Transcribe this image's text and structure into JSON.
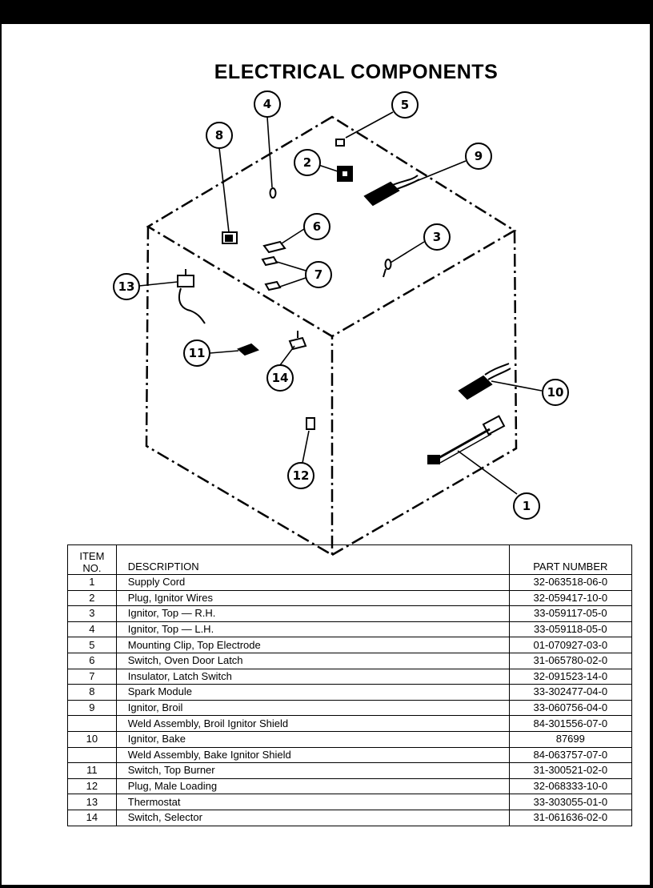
{
  "title": "ELECTRICAL COMPONENTS",
  "callouts": [
    "1",
    "2",
    "3",
    "4",
    "5",
    "6",
    "7",
    "8",
    "9",
    "10",
    "11",
    "12",
    "13",
    "14"
  ],
  "table": {
    "header": {
      "item_line1": "ITEM",
      "item_line2": "NO.",
      "description": "DESCRIPTION",
      "part_number": "PART NUMBER"
    },
    "rows": [
      {
        "item": "1",
        "description": "Supply Cord",
        "part": "32-063518-06-0"
      },
      {
        "item": "2",
        "description": "Plug, Ignitor Wires",
        "part": "32-059417-10-0"
      },
      {
        "item": "3",
        "description": "Ignitor, Top — R.H.",
        "part": "33-059117-05-0"
      },
      {
        "item": "4",
        "description": "Ignitor, Top — L.H.",
        "part": "33-059118-05-0"
      },
      {
        "item": "5",
        "description": "Mounting Clip, Top Electrode",
        "part": "01-070927-03-0"
      },
      {
        "item": "6",
        "description": "Switch, Oven Door Latch",
        "part": "31-065780-02-0"
      },
      {
        "item": "7",
        "description": "Insulator, Latch Switch",
        "part": "32-091523-14-0"
      },
      {
        "item": "8",
        "description": "Spark Module",
        "part": "33-302477-04-0"
      },
      {
        "item": "9",
        "description": "Ignitor, Broil",
        "part": "33-060756-04-0"
      },
      {
        "item": "",
        "description": "Weld Assembly, Broil Ignitor Shield",
        "part": "84-301556-07-0"
      },
      {
        "item": "10",
        "description": "Ignitor, Bake",
        "part": "87699"
      },
      {
        "item": "",
        "description": "Weld Assembly, Bake Ignitor Shield",
        "part": "84-063757-07-0"
      },
      {
        "item": "11",
        "description": "Switch, Top Burner",
        "part": "31-300521-02-0"
      },
      {
        "item": "12",
        "description": "Plug, Male Loading",
        "part": "32-068333-10-0"
      },
      {
        "item": "13",
        "description": "Thermostat",
        "part": "33-303055-01-0"
      },
      {
        "item": "14",
        "description": "Switch, Selector",
        "part": "31-061636-02-0"
      }
    ]
  }
}
